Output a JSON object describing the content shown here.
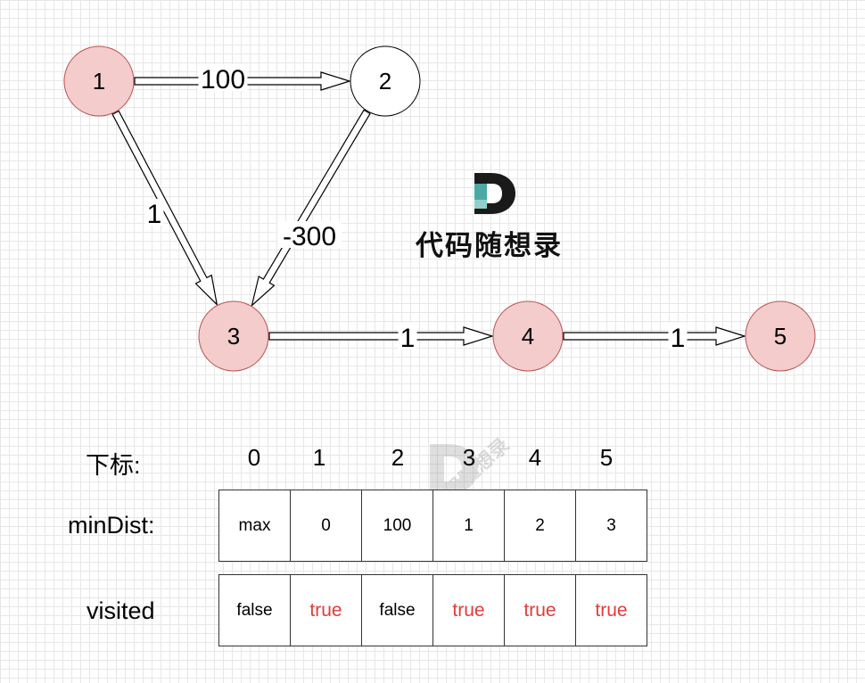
{
  "graph": {
    "nodes": [
      {
        "id": "1",
        "label": "1",
        "visited": true
      },
      {
        "id": "2",
        "label": "2",
        "visited": false
      },
      {
        "id": "3",
        "label": "3",
        "visited": true
      },
      {
        "id": "4",
        "label": "4",
        "visited": true
      },
      {
        "id": "5",
        "label": "5",
        "visited": true
      }
    ],
    "edges": [
      {
        "from": "1",
        "to": "2",
        "weight": "100"
      },
      {
        "from": "1",
        "to": "3",
        "weight": "1"
      },
      {
        "from": "2",
        "to": "3",
        "weight": "-300"
      },
      {
        "from": "3",
        "to": "4",
        "weight": "1"
      },
      {
        "from": "4",
        "to": "5",
        "weight": "1"
      }
    ],
    "visited_fill": "#f4cccc",
    "unvisited_fill": "#ffffff"
  },
  "logo": {
    "text": "代码随想录",
    "primary_color": "#1a1a1a",
    "accent_color": "#4aa9a4"
  },
  "watermark": {
    "text": "代码随想录"
  },
  "table": {
    "index_label": "下标:",
    "indices": [
      "0",
      "1",
      "2",
      "3",
      "4",
      "5"
    ],
    "mindist_label": "minDist:",
    "mindist": [
      "max",
      "0",
      "100",
      "1",
      "2",
      "3"
    ],
    "visited_label": "visited",
    "visited": [
      "false",
      "true",
      "false",
      "true",
      "true",
      "true"
    ],
    "true_color": "#e23b3b"
  }
}
